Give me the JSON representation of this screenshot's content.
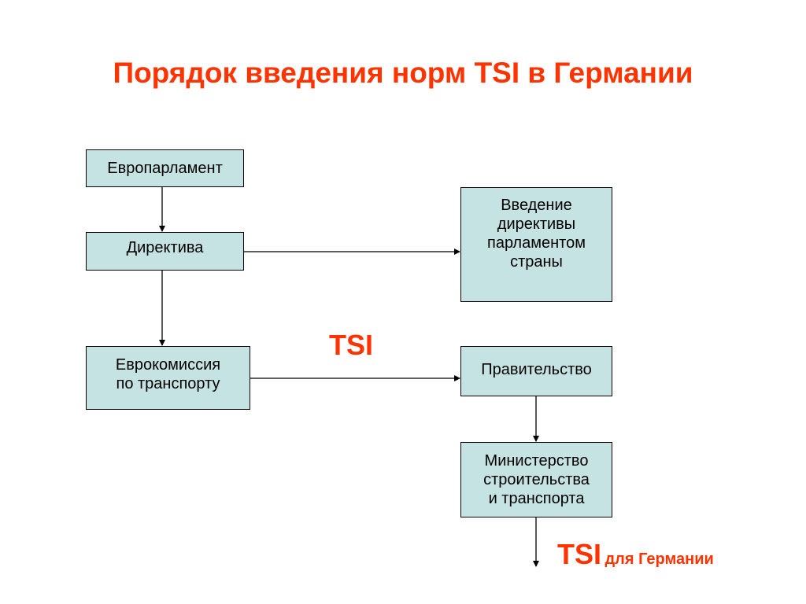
{
  "title": "Порядок введения норм TSI в Германии",
  "boxes": {
    "europarliament": "Европарламент",
    "directive": "Директива",
    "directive_intro": "Введение\nдирективы\nпарламентом\nстраны",
    "eurocommission": "Еврокомиссия\nпо транспорту",
    "government": "Правительство",
    "ministry": "Министерство\nстроительства\nи транспорта"
  },
  "tsi_label": "TSI",
  "tsi_germany": {
    "big": "TSI",
    "small": "для Германии"
  },
  "colors": {
    "accent": "#ff3300",
    "box_fill": "#c6e3e3",
    "line": "#000000"
  }
}
